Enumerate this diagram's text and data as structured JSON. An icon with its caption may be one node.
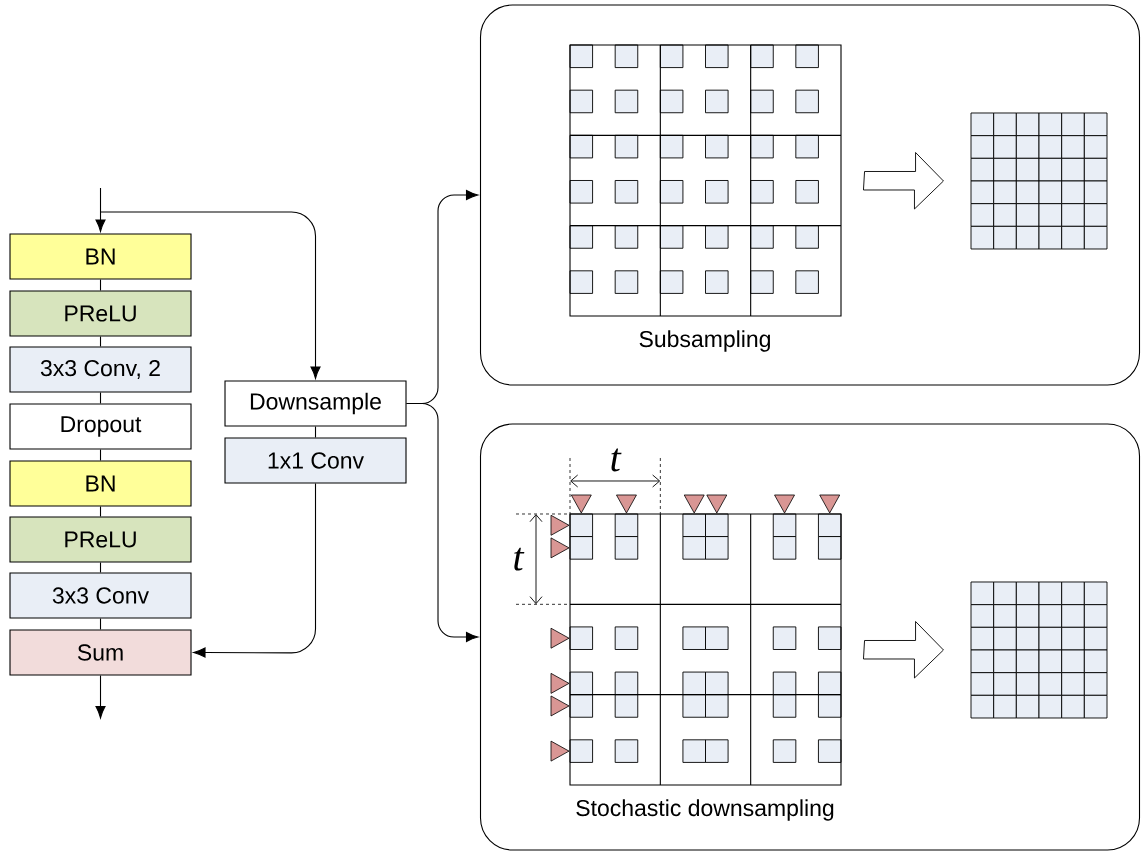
{
  "diagram": {
    "nodes": [
      {
        "text": [
          "BN"
        ]
      },
      {
        "text": [
          "PReLU"
        ]
      },
      {
        "text": [
          "3x3 Conv, 2"
        ]
      },
      {
        "text": [
          "Dropout"
        ]
      },
      {
        "text": [
          "BN"
        ]
      },
      {
        "text": [
          "PReLU"
        ]
      },
      {
        "text": [
          "3x3 Conv"
        ]
      },
      {
        "text": [
          "Sum"
        ]
      },
      {
        "text": [
          "Downsample"
        ]
      },
      {
        "text": [
          "1x1 Conv"
        ]
      },
      {
        "text": [
          "Subsampling"
        ]
      },
      {
        "text": [
          "Stochastic downsampling"
        ]
      },
      {
        "text": [],
        "shape": "grid",
        "in": 10
      },
      {
        "text": [],
        "shape": "grid",
        "in": 10
      },
      {
        "text": [],
        "shape": "grid",
        "in": 11
      },
      {
        "text": [],
        "shape": "grid",
        "in": 11
      }
    ],
    "edges": [
      {
        "from": null,
        "to": 0,
        "arrow": "to"
      },
      {
        "from": 0,
        "to": 1,
        "arrow": "none"
      },
      {
        "from": 1,
        "to": 2,
        "arrow": "none"
      },
      {
        "from": 2,
        "to": 3,
        "arrow": "none"
      },
      {
        "from": 3,
        "to": 4,
        "arrow": "none"
      },
      {
        "from": 4,
        "to": 5,
        "arrow": "none"
      },
      {
        "from": 5,
        "to": 6,
        "arrow": "none"
      },
      {
        "from": 6,
        "to": 7,
        "arrow": "none"
      },
      {
        "from": 7,
        "to": null,
        "arrow": "to"
      },
      {
        "from": null,
        "to": 8,
        "arrow": "to"
      },
      {
        "from": 8,
        "to": 9,
        "arrow": "none"
      },
      {
        "from": 9,
        "to": 7,
        "arrow": "to"
      },
      {
        "from": 8,
        "to": 10,
        "arrow": "to"
      },
      {
        "from": 8,
        "to": 11,
        "arrow": "to"
      },
      {
        "from": 12,
        "to": 13,
        "arrow": "to"
      },
      {
        "from": 14,
        "to": 15,
        "arrow": "to"
      }
    ],
    "labels": [
      "t",
      "t"
    ]
  }
}
